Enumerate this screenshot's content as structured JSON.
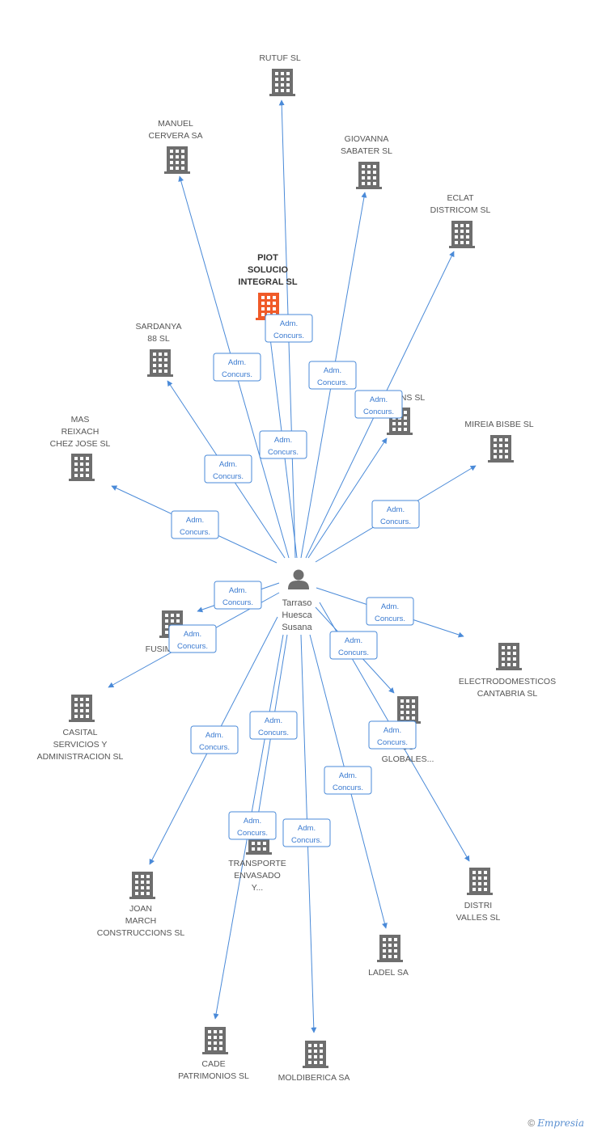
{
  "person": {
    "lines": [
      "Tarraso",
      "Huesca",
      "Susana"
    ]
  },
  "role_label": [
    "Adm.",
    "Concurs."
  ],
  "companies": [
    {
      "id": "rutuf",
      "lines": [
        "RUTUF SL"
      ],
      "focus": false
    },
    {
      "id": "manuel-cervera",
      "lines": [
        "MANUEL",
        "CERVERA SA"
      ],
      "focus": false
    },
    {
      "id": "giovanna-sabater",
      "lines": [
        "GIOVANNA",
        "SABATER SL"
      ],
      "focus": false
    },
    {
      "id": "eclat-districom",
      "lines": [
        "ECLAT",
        "DISTRICOM SL"
      ],
      "focus": false
    },
    {
      "id": "piot-solucio",
      "lines": [
        "PIOT",
        "SOLUCIO",
        "INTEGRAL SL"
      ],
      "focus": true
    },
    {
      "id": "sardanya-88",
      "lines": [
        "SARDANYA",
        "88 SL"
      ],
      "focus": false
    },
    {
      "id": "ns-sl",
      "lines": [
        "NS SL"
      ],
      "focus": false
    },
    {
      "id": "mireia-bisbe",
      "lines": [
        "MIREIA BISBE SL"
      ],
      "focus": false
    },
    {
      "id": "mas-reixach",
      "lines": [
        "MAS",
        "REIXACH",
        "CHEZ JOSE SL"
      ],
      "focus": false
    },
    {
      "id": "fusim",
      "lines": [
        "FUSIM"
      ],
      "focus": false
    },
    {
      "id": "electrodomesticos",
      "lines": [
        "ELECTRODOMESTICOS",
        "CANTABRIA SL"
      ],
      "focus": false
    },
    {
      "id": "casital",
      "lines": [
        "CASITAL",
        "SERVICIOS Y",
        "ADMINISTRACION SL"
      ],
      "focus": false
    },
    {
      "id": "globales",
      "lines": [
        "TY",
        "OS",
        "GLOBALES..."
      ],
      "focus": false
    },
    {
      "id": "transporte",
      "lines": [
        "TRANSPORTE",
        "ENVASADO",
        "Y..."
      ],
      "focus": false
    },
    {
      "id": "joan-march",
      "lines": [
        "JOAN",
        "MARCH",
        "CONSTRUCCIONS SL"
      ],
      "focus": false
    },
    {
      "id": "distri-valles",
      "lines": [
        "DISTRI",
        "VALLES SL"
      ],
      "focus": false
    },
    {
      "id": "ladel",
      "lines": [
        "LADEL SA"
      ],
      "focus": false
    },
    {
      "id": "cade-patrimonios",
      "lines": [
        "CADE",
        "PATRIMONIOS SL"
      ],
      "focus": false
    },
    {
      "id": "moldiberica",
      "lines": [
        "MOLDIBERICA SA"
      ],
      "focus": false
    }
  ],
  "colors": {
    "edge": "#4a8ad8",
    "building": "#6e6e6e",
    "focus_building": "#f05a28"
  },
  "footer": {
    "copyright": "©",
    "brand": "Empresia"
  }
}
